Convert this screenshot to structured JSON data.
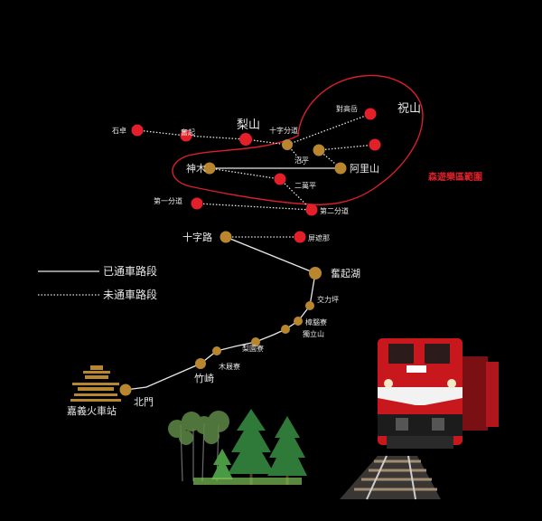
{
  "stations": [
    {
      "id": "s_a",
      "label": "石卓"
    },
    {
      "id": "s_b",
      "label": "奮起"
    },
    {
      "id": "s_c",
      "label": "梨山"
    },
    {
      "id": "s_d",
      "label": "十字分道"
    },
    {
      "id": "s_e",
      "label": "對高岳"
    },
    {
      "id": "s_f",
      "label": "祝山"
    },
    {
      "id": "s_g",
      "label": "沼平"
    },
    {
      "id": "s_h",
      "label": "神木"
    },
    {
      "id": "s_i",
      "label": "阿里山"
    },
    {
      "id": "s_j",
      "label": "二萬平"
    },
    {
      "id": "s_k",
      "label": "第一分道"
    },
    {
      "id": "s_l",
      "label": "第二分道"
    },
    {
      "id": "s_m",
      "label": "十字路"
    },
    {
      "id": "s_n",
      "label": "屏遮那"
    },
    {
      "id": "s_o",
      "label": "奮起湖"
    },
    {
      "id": "s_p",
      "label": "交力坪"
    },
    {
      "id": "s_q",
      "label": "樟腦寮"
    },
    {
      "id": "s_r",
      "label": "獨立山"
    },
    {
      "id": "s_s",
      "label": "梨園寮"
    },
    {
      "id": "s_t",
      "label": "竹崎"
    },
    {
      "id": "s_u",
      "label": "木屐寮"
    },
    {
      "id": "s_v",
      "label": "北門"
    },
    {
      "id": "s_w",
      "label": "嘉義火車站"
    }
  ],
  "legend": {
    "operating": "已通車路段",
    "not_operating": "未通車路段"
  },
  "zone_label": "森遊樂區範圍",
  "colors": {
    "active_station": "#e3202a",
    "inactive_station": "#b8862e",
    "zone_outline": "#d8202a",
    "track_line": "#e8e8e8"
  }
}
